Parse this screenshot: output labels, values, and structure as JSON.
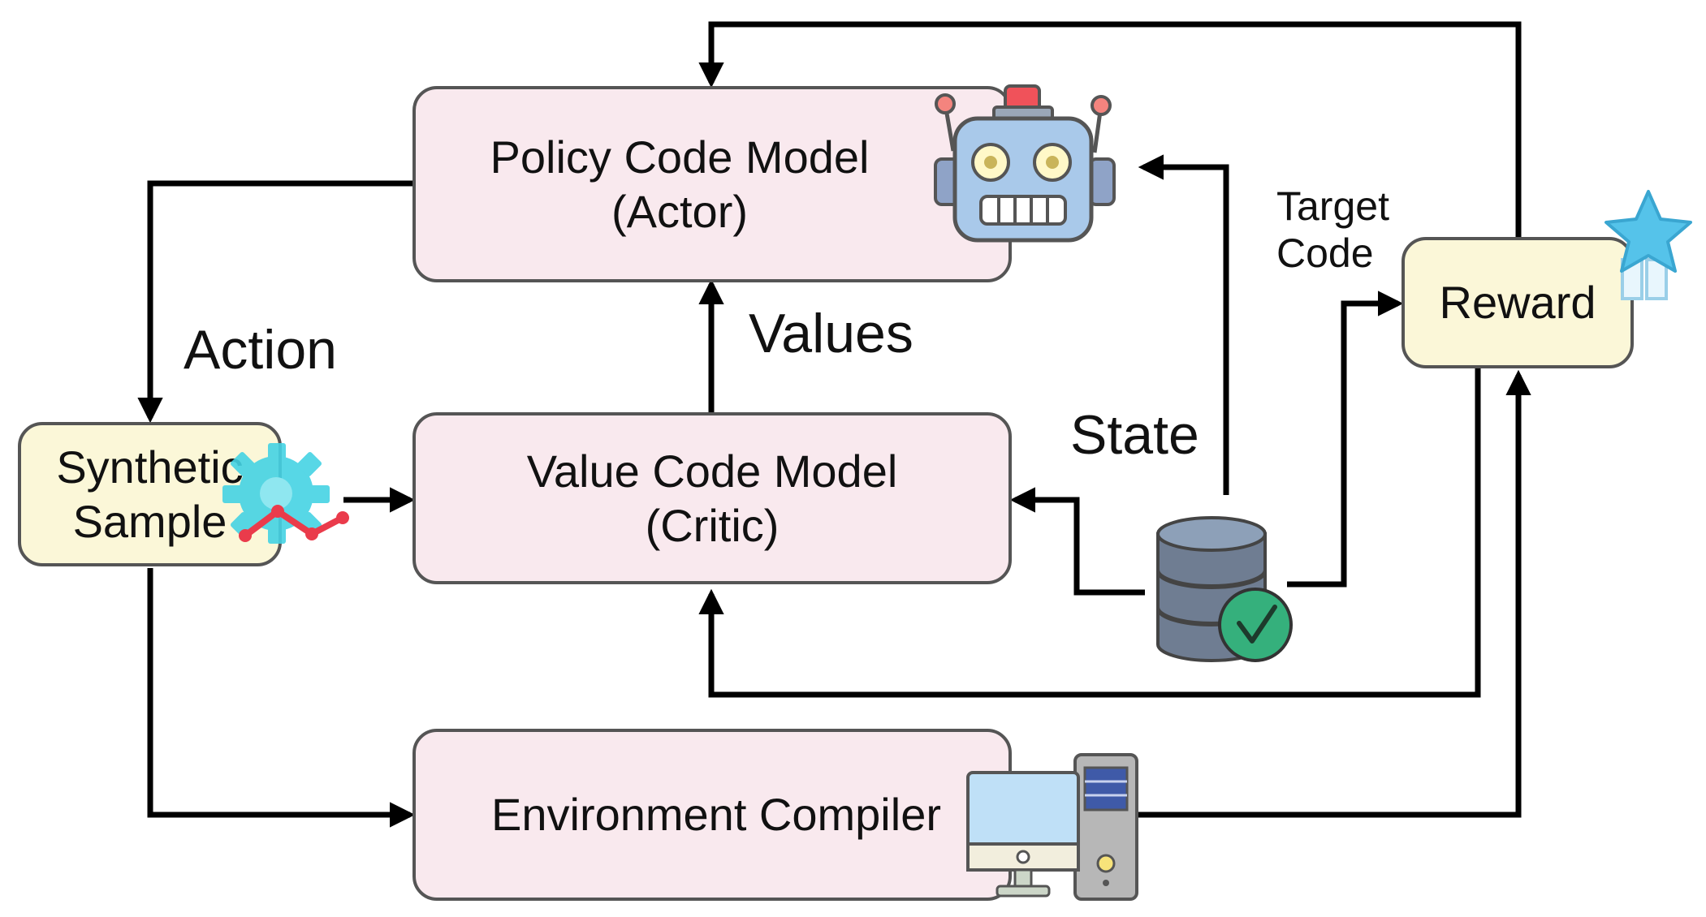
{
  "nodes": {
    "policy": {
      "line1": "Policy Code Model",
      "line2": "(Actor)"
    },
    "value": {
      "line1": "Value Code Model",
      "line2": "(Critic)"
    },
    "environment": {
      "label": "Environment Compiler"
    },
    "synthetic": {
      "line1": "Synthetic",
      "line2": "Sample"
    },
    "reward": {
      "label": "Reward"
    }
  },
  "edge_labels": {
    "action": "Action",
    "values": "Values",
    "state": "State",
    "target_line1": "Target",
    "target_line2": "Code"
  },
  "colors": {
    "box_fill_pink": "#f9e9ee",
    "box_fill_cream": "#fbf7d8",
    "box_border": "#555555",
    "arrow": "#000000"
  },
  "icons": [
    "robot-icon",
    "gear-chart-icon",
    "database-check-icon",
    "desktop-computer-icon",
    "star-badge-icon"
  ]
}
